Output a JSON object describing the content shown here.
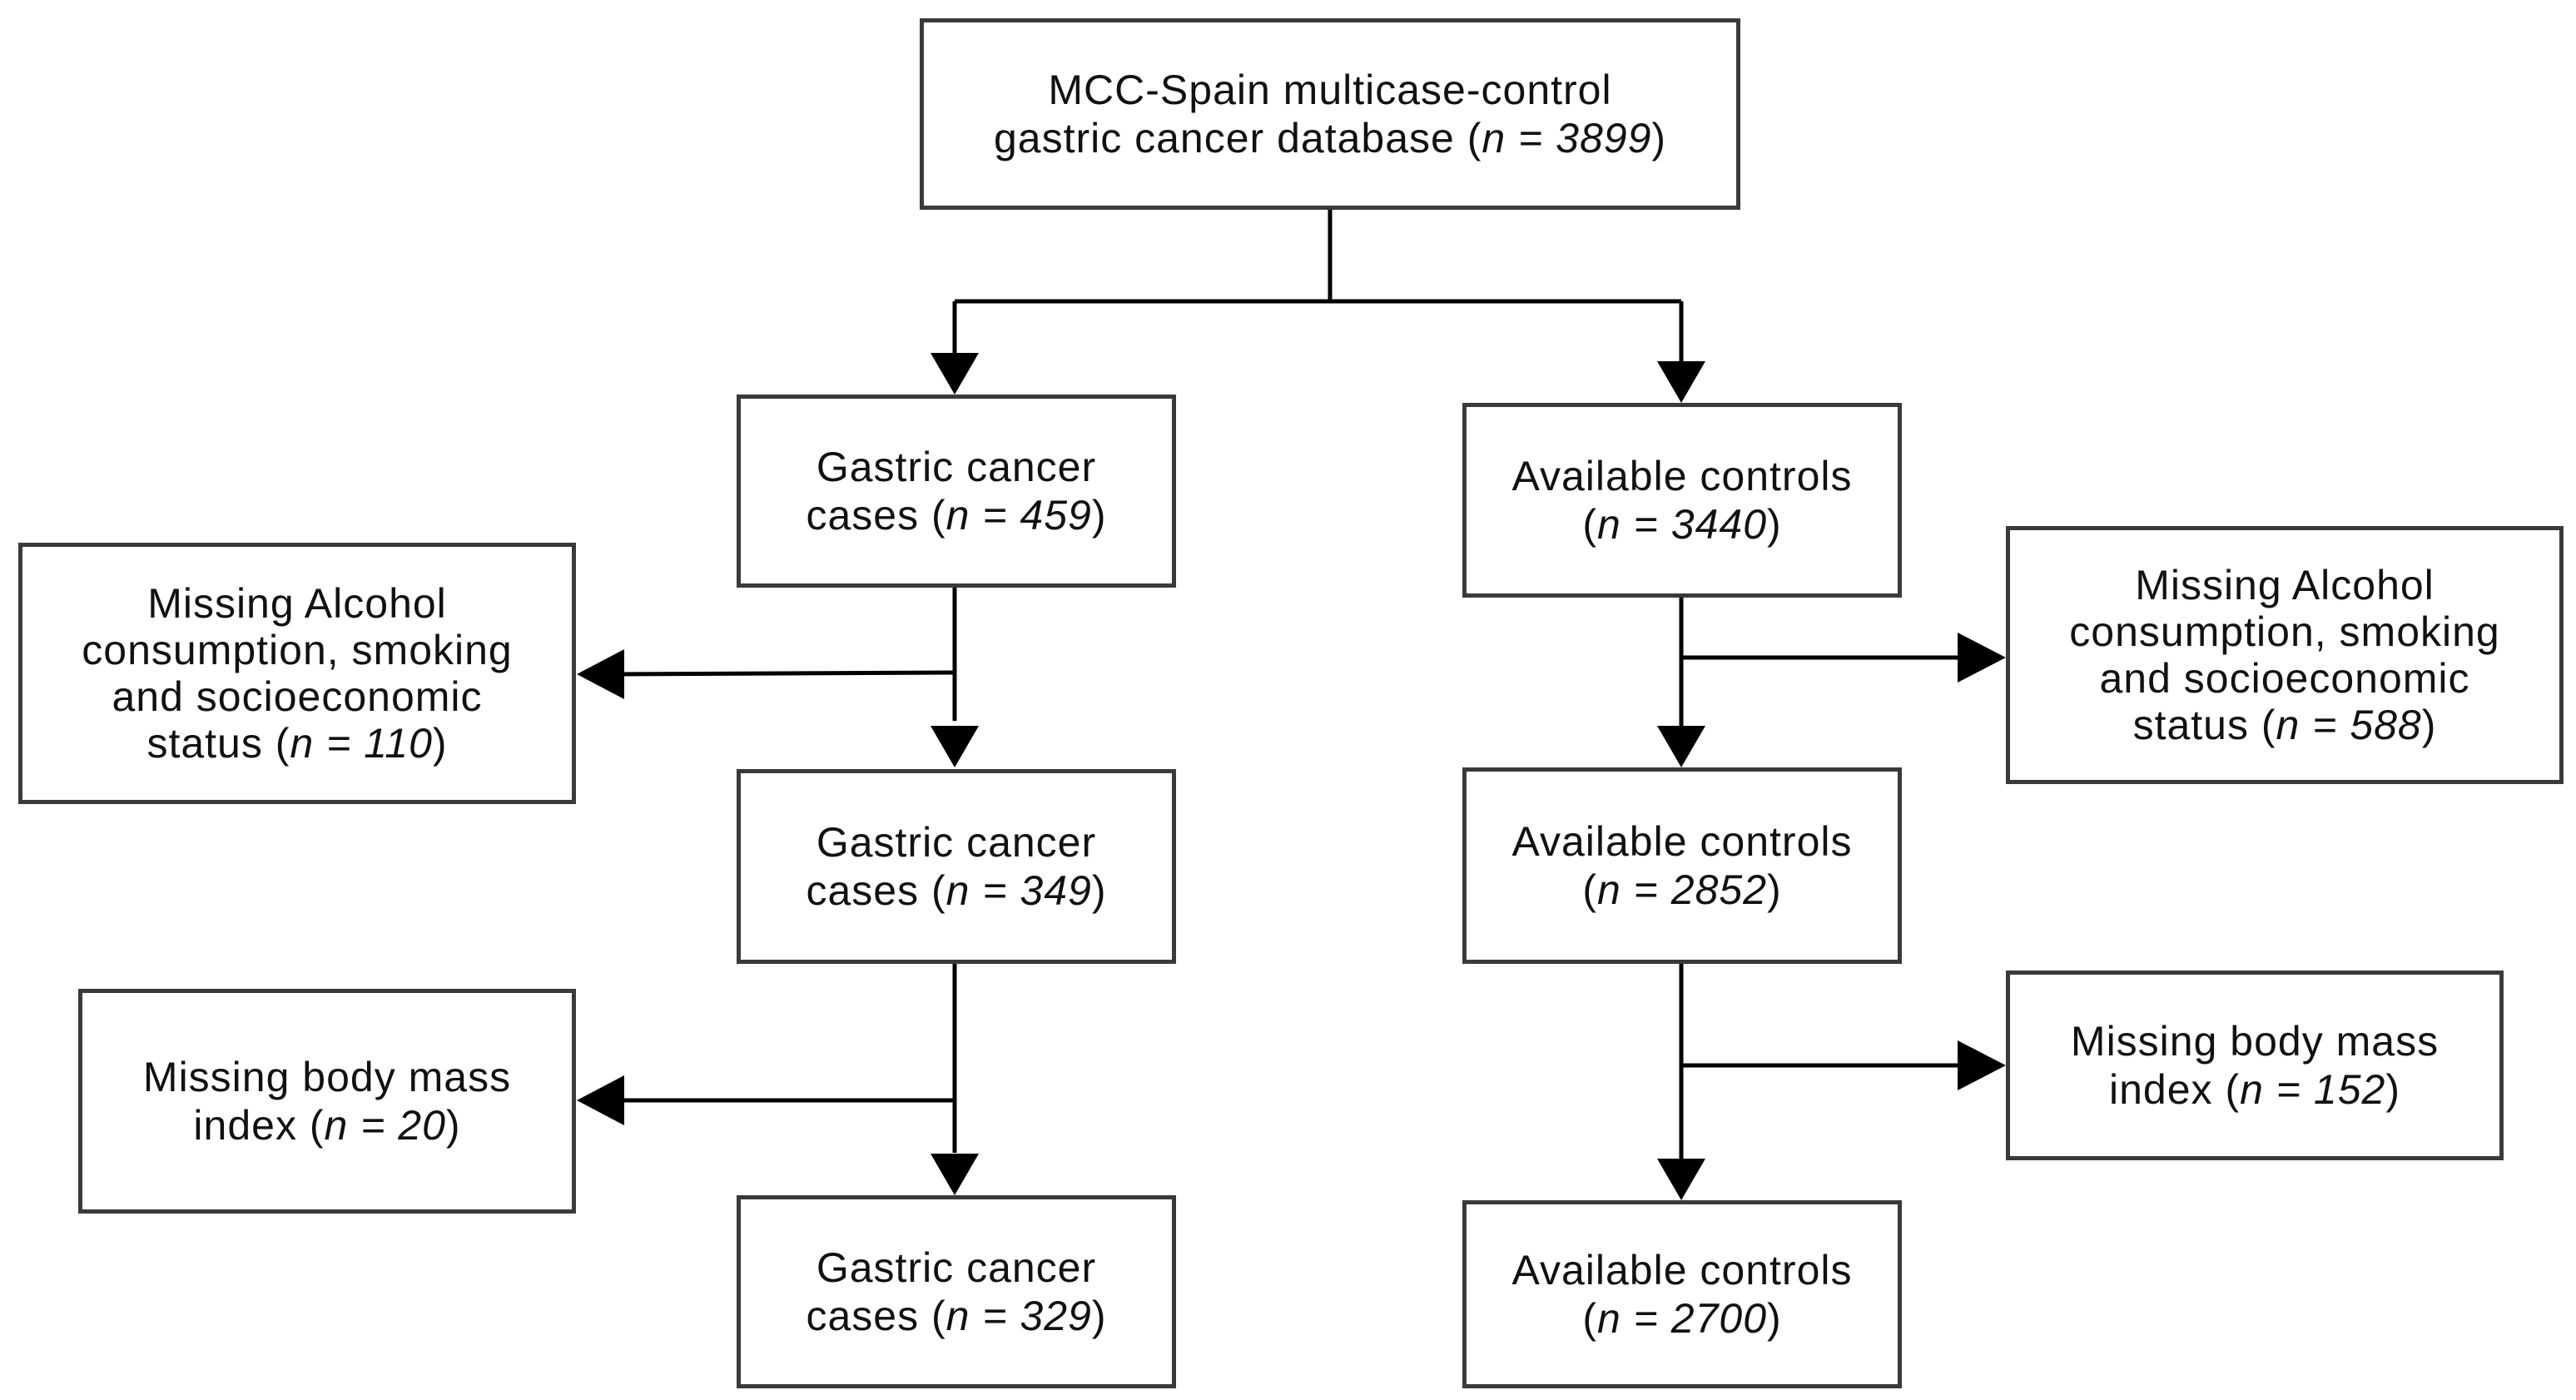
{
  "colors": {
    "line": "#000000",
    "border": "#3a3a3a",
    "text": "#111111",
    "background": "#ffffff"
  },
  "boxes": {
    "root": {
      "line1": "MCC-Spain multicase-control",
      "line2_pre": "gastric cancer database (",
      "n": "n = 3899",
      "post": ")"
    },
    "cases_459": {
      "line1": "Gastric cancer",
      "line2_pre": "cases (",
      "n": "n = 459",
      "post": ")"
    },
    "controls_3440": {
      "line1": "Available controls",
      "line2_pre": "(",
      "n": "n = 3440",
      "post": ")"
    },
    "missing_cases_110": {
      "line1": "Missing Alcohol",
      "line2": "consumption, smoking",
      "line3": "and socioeconomic",
      "line4_pre": "status (",
      "n": "n = 110",
      "post": ")"
    },
    "missing_controls_588": {
      "line1": "Missing Alcohol",
      "line2": "consumption, smoking",
      "line3": "and socioeconomic",
      "line4_pre": "status (",
      "n": "n = 588",
      "post": ")"
    },
    "cases_349": {
      "line1": "Gastric cancer",
      "line2_pre": "cases (",
      "n": "n = 349",
      "post": ")"
    },
    "controls_2852": {
      "line1": "Available controls",
      "line2_pre": "(",
      "n": "n = 2852",
      "post": ")"
    },
    "missing_cases_20": {
      "line1": "Missing body mass",
      "line2_pre": "index (",
      "n": "n = 20",
      "post": ")"
    },
    "missing_controls_152": {
      "line1": "Missing body mass",
      "line2_pre": "index (",
      "n": "n = 152",
      "post": ")"
    },
    "cases_329": {
      "line1": "Gastric cancer",
      "line2_pre": "cases (",
      "n": "n = 329",
      "post": ")"
    },
    "controls_2700": {
      "line1": "Available controls",
      "line2_pre": "(",
      "n": "n = 2700",
      "post": ")"
    }
  }
}
